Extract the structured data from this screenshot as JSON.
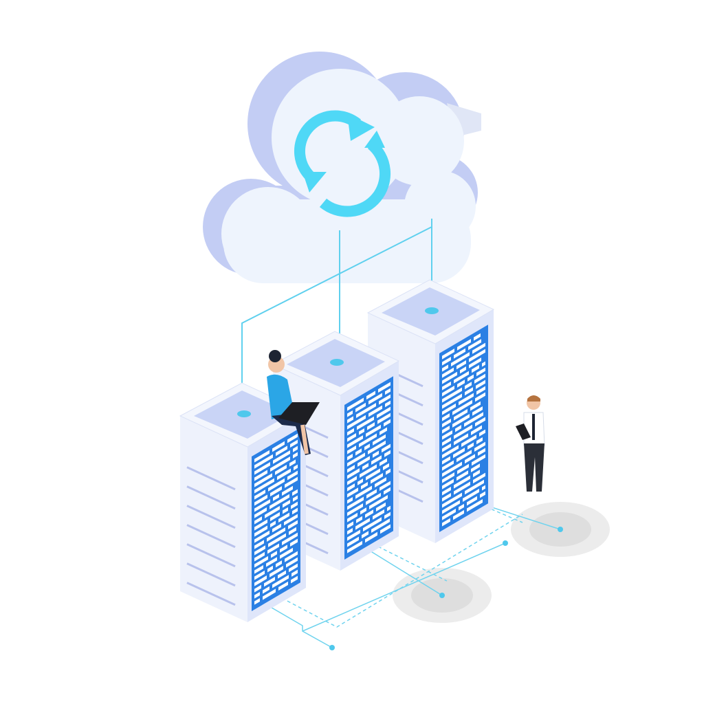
{
  "colors": {
    "background": "#ffffff",
    "cloud_front": "#eef4fd",
    "cloud_side": "#c3cdf4",
    "sync_icon": "#4fd8f6",
    "server_light": "#eef2fc",
    "server_side": "#dfe6fa",
    "server_panel": "#2b80e4",
    "server_top_inner": "#c9d4f6",
    "connector": "#5fd0ee",
    "platform": "#e6e6e6"
  },
  "servers": [
    {
      "id": "server-back"
    },
    {
      "id": "server-middle"
    },
    {
      "id": "server-front"
    }
  ]
}
